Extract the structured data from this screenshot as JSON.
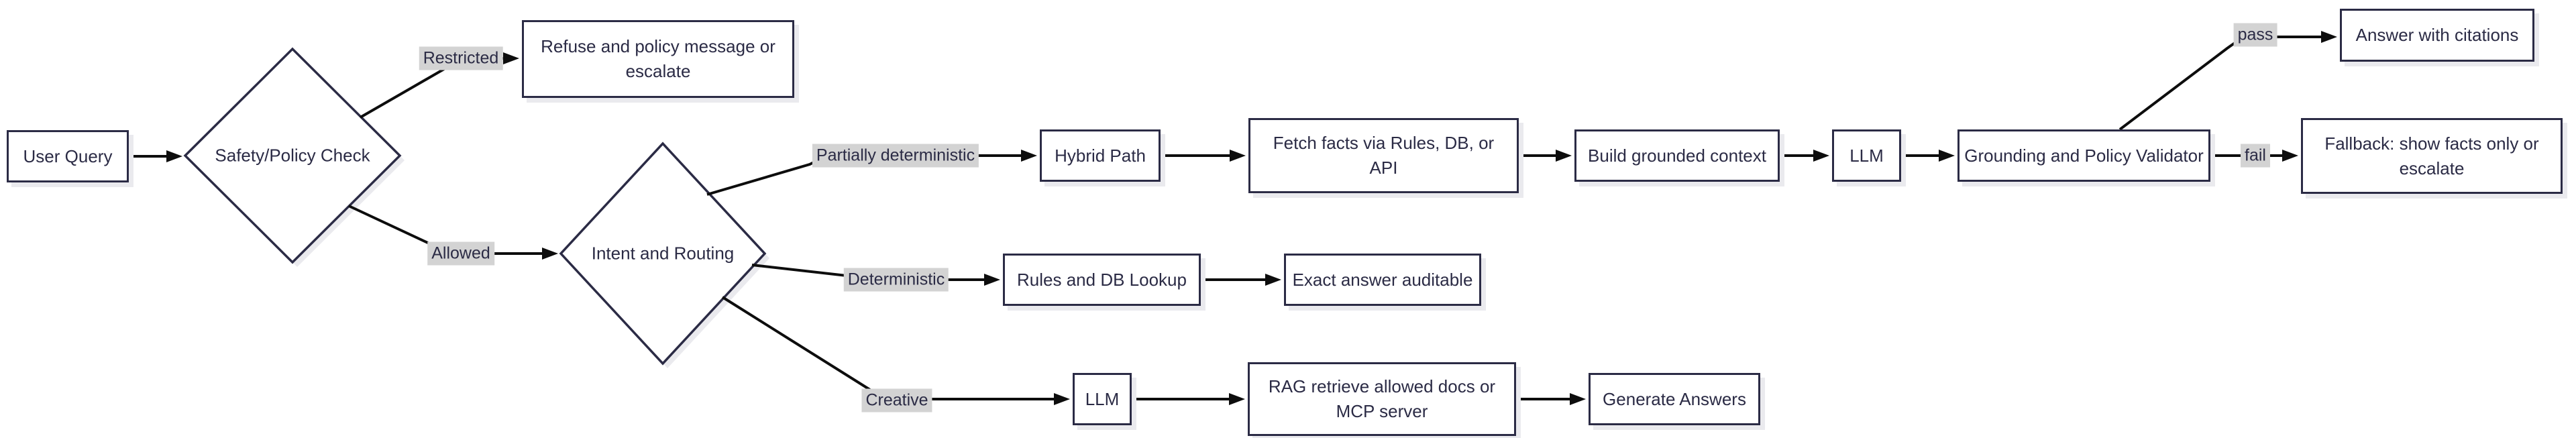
{
  "diagram": {
    "type": "flowchart",
    "direction": "left-to-right",
    "colors": {
      "background": "#ffffff",
      "node_fill": "#ffffff",
      "node_border": "#2b2b45",
      "node_text": "#2b2b45",
      "edge_line": "#0d0d0d",
      "edge_label_bg": "#d3d3d3",
      "edge_label_text": "#2b2b45",
      "shadow": "#eaeaee"
    },
    "nodes": {
      "user_query": {
        "label": "User Query",
        "shape": "rectangle"
      },
      "safety_check": {
        "label": "Safety/Policy Check",
        "shape": "diamond"
      },
      "refuse": {
        "label": "Refuse and policy message or escalate",
        "shape": "rectangle"
      },
      "intent_routing": {
        "label": "Intent and Routing",
        "shape": "diamond"
      },
      "hybrid_path": {
        "label": "Hybrid Path",
        "shape": "rectangle"
      },
      "fetch_facts": {
        "label": "Fetch facts via Rules, DB, or API",
        "shape": "rectangle"
      },
      "build_context": {
        "label": "Build grounded context",
        "shape": "rectangle"
      },
      "llm_grounded": {
        "label": "LLM",
        "shape": "rectangle"
      },
      "validator": {
        "label": "Grounding and Policy Validator",
        "shape": "rectangle"
      },
      "answer_citations": {
        "label": "Answer with citations",
        "shape": "rectangle"
      },
      "fallback": {
        "label": "Fallback: show facts only or escalate",
        "shape": "rectangle"
      },
      "rules_lookup": {
        "label": "Rules and DB Lookup",
        "shape": "rectangle"
      },
      "exact_answer": {
        "label": "Exact answer auditable",
        "shape": "rectangle"
      },
      "llm_creative": {
        "label": "LLM",
        "shape": "rectangle"
      },
      "rag_retrieve": {
        "label": "RAG retrieve allowed docs or MCP server",
        "shape": "rectangle"
      },
      "generate_answers": {
        "label": "Generate Answers",
        "shape": "rectangle"
      }
    },
    "edge_labels": {
      "restricted": "Restricted",
      "allowed": "Allowed",
      "partially_deterministic": "Partially deterministic",
      "deterministic": "Deterministic",
      "creative": "Creative",
      "pass": "pass",
      "fail": "fail"
    },
    "edges": [
      {
        "from": "user_query",
        "to": "safety_check",
        "label": ""
      },
      {
        "from": "safety_check",
        "to": "refuse",
        "label": "Restricted"
      },
      {
        "from": "safety_check",
        "to": "intent_routing",
        "label": "Allowed"
      },
      {
        "from": "intent_routing",
        "to": "hybrid_path",
        "label": "Partially deterministic"
      },
      {
        "from": "intent_routing",
        "to": "rules_lookup",
        "label": "Deterministic"
      },
      {
        "from": "intent_routing",
        "to": "llm_creative",
        "label": "Creative"
      },
      {
        "from": "hybrid_path",
        "to": "fetch_facts",
        "label": ""
      },
      {
        "from": "fetch_facts",
        "to": "build_context",
        "label": ""
      },
      {
        "from": "build_context",
        "to": "llm_grounded",
        "label": ""
      },
      {
        "from": "llm_grounded",
        "to": "validator",
        "label": ""
      },
      {
        "from": "validator",
        "to": "answer_citations",
        "label": "pass"
      },
      {
        "from": "validator",
        "to": "fallback",
        "label": "fail"
      },
      {
        "from": "rules_lookup",
        "to": "exact_answer",
        "label": ""
      },
      {
        "from": "llm_creative",
        "to": "rag_retrieve",
        "label": ""
      },
      {
        "from": "rag_retrieve",
        "to": "generate_answers",
        "label": ""
      }
    ]
  }
}
